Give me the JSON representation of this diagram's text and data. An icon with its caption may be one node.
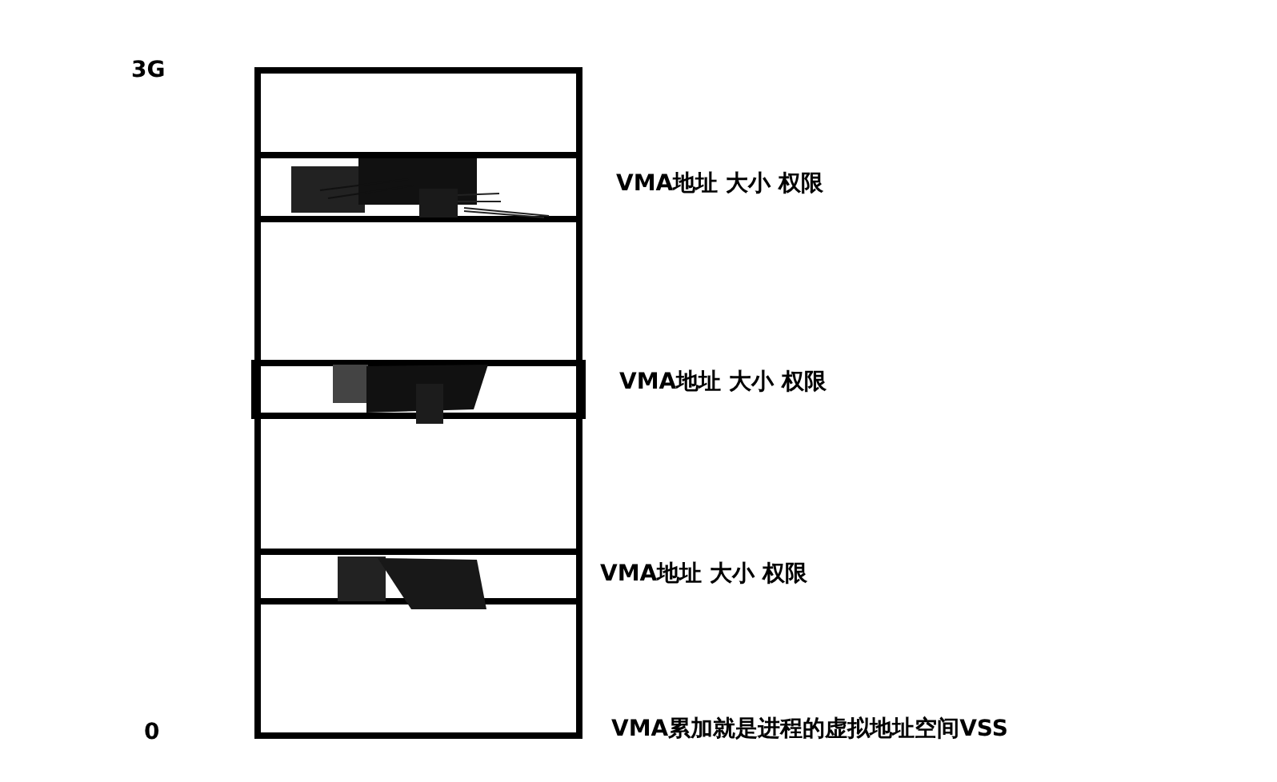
{
  "diagram": {
    "nodes": [
      {
        "text": [],
        "shape": "box"
      },
      {
        "text": [],
        "shape": "bar",
        "in": 0,
        "beside": [
          "VMA地址 大小 权限"
        ]
      },
      {
        "text": [],
        "shape": "bar",
        "in": 0,
        "beside": [
          "VMA地址 大小 权限"
        ]
      },
      {
        "text": [],
        "shape": "bar",
        "in": 0,
        "beside": [
          "VMA地址 大小 权限"
        ]
      }
    ],
    "labels": [
      "3G",
      "0",
      "VMA累加就是进程的虚拟地址空间VSS"
    ]
  }
}
